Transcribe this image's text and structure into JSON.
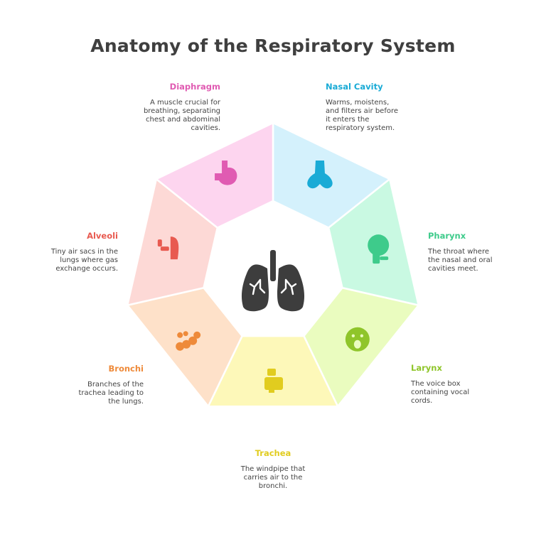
{
  "title": "Anatomy of the Respiratory System",
  "center_icon": "lungs-icon",
  "sections": [
    {
      "label": "Nasal Cavity",
      "description": "Warms, moistens, and filters air before it enters the respiratory system.",
      "icon": "nose-icon",
      "fill": "#d4f1fc",
      "accent": "#1aabd6"
    },
    {
      "label": "Pharynx",
      "description": "The throat where the nasal and oral cavities meet.",
      "icon": "head-throat-icon",
      "fill": "#c9f9e2",
      "accent": "#3ecb8b"
    },
    {
      "label": "Larynx",
      "description": "The voice box containing vocal cords.",
      "icon": "voice-box-icon",
      "fill": "#eafcbf",
      "accent": "#8fc52a"
    },
    {
      "label": "Trachea",
      "description": "The windpipe that carries air to the bronchi.",
      "icon": "windpipe-icon",
      "fill": "#fdf8b9",
      "accent": "#e1cc1f"
    },
    {
      "label": "Bronchi",
      "description": "Branches of the trachea leading to the lungs.",
      "icon": "bronchi-icon",
      "fill": "#fee1c9",
      "accent": "#ee8a3a"
    },
    {
      "label": "Alveoli",
      "description": "Tiny air sacs in the lungs where gas exchange occurs.",
      "icon": "air-sacs-icon",
      "fill": "#fdd9d6",
      "accent": "#e85a50"
    },
    {
      "label": "Diaphragm",
      "description": "A muscle crucial for breathing, separating chest and abdominal cavities.",
      "icon": "diaphragm-icon",
      "fill": "#fdd5ef",
      "accent": "#e05bb2"
    }
  ]
}
